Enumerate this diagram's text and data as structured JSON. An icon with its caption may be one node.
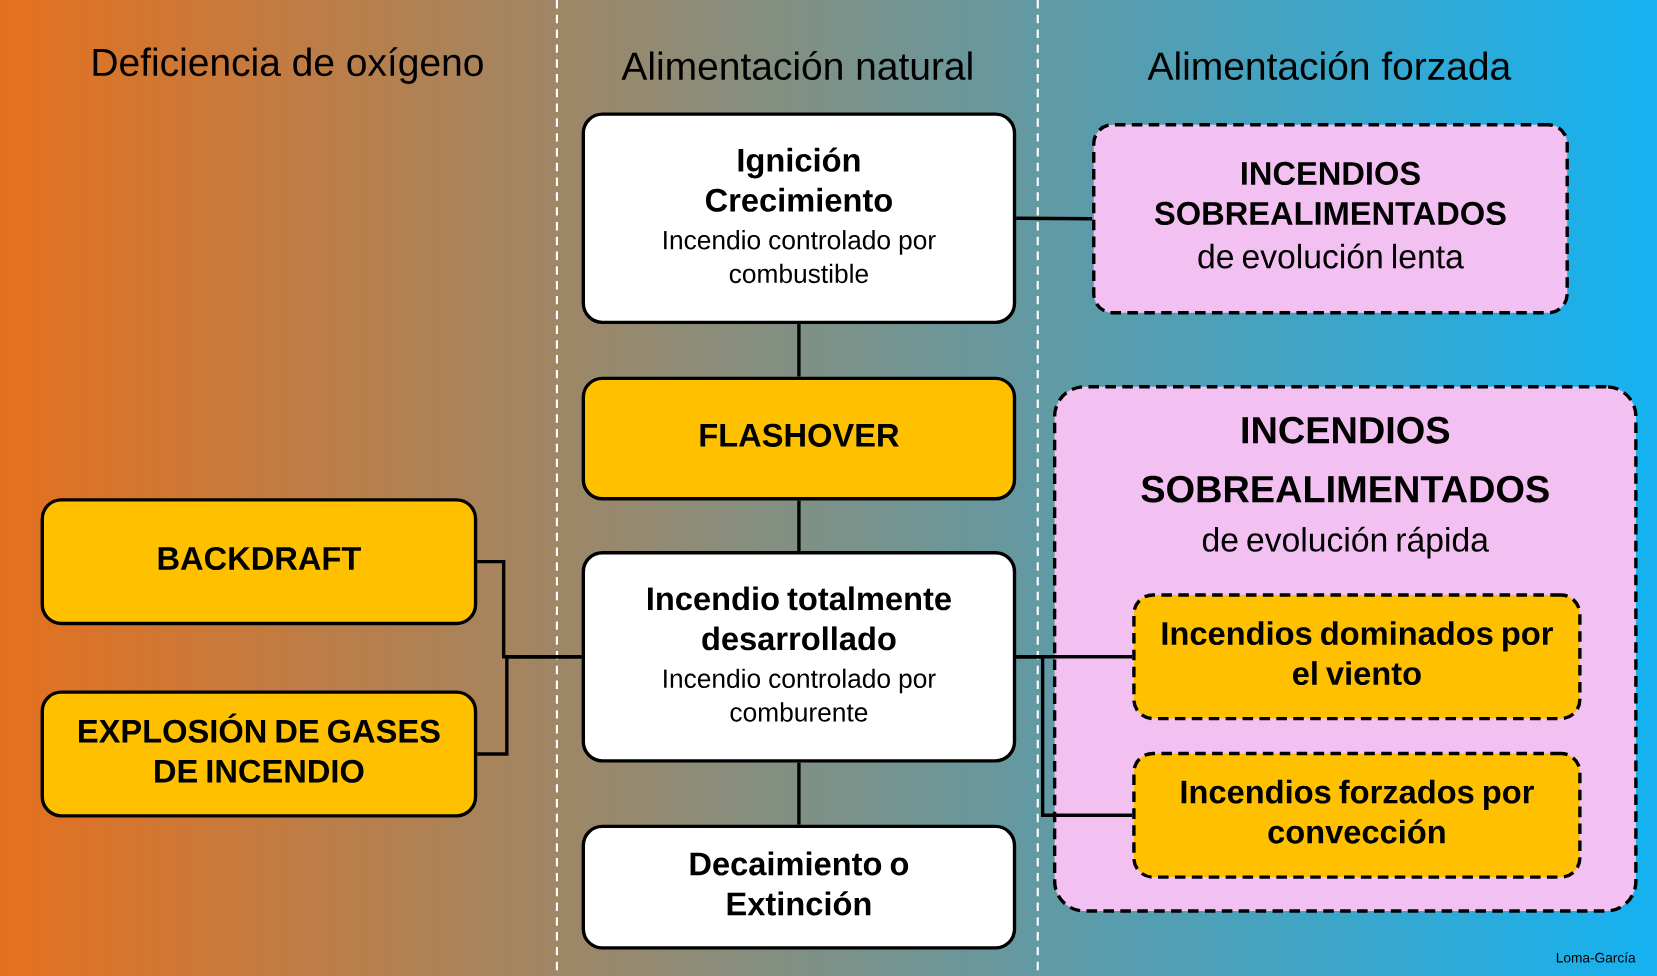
{
  "diagram": {
    "nodes": [
      {
        "text": [
          "Ignición Crecimiento",
          "Incendio controlado por combustible"
        ]
      },
      {
        "text": [
          "INCENDIOS SOBREALIMENTADOS",
          "de evolución lenta"
        ]
      },
      {
        "text": [
          "FLASHOVER"
        ]
      },
      {
        "text": [
          "BACKDRAFT"
        ]
      },
      {
        "text": [
          "Incendio totalmente desarrollado",
          "Incendio controlado por comburente"
        ]
      },
      {
        "text": [
          "INCENDIOS SOBREALIMENTADOS",
          "de evolución rápida"
        ]
      },
      {
        "text": [
          "EXPLOSIÓN DE GASES DE INCENDIO"
        ]
      },
      {
        "text": [
          "Incendios dominados por el viento"
        ],
        "in": 5
      },
      {
        "text": [
          "Incendios forzados por convección"
        ],
        "in": 5
      },
      {
        "text": [
          "Decaimiento o Extinción"
        ]
      }
    ],
    "edges": [
      {
        "from": 0,
        "to": 1,
        "arrow": "none"
      },
      {
        "from": 0,
        "to": 2,
        "arrow": "none"
      },
      {
        "from": 2,
        "to": 4,
        "arrow": "none"
      },
      {
        "from": 3,
        "to": 4,
        "arrow": "none"
      },
      {
        "from": 6,
        "to": 4,
        "arrow": "none"
      },
      {
        "from": 4,
        "to": 7,
        "arrow": "none"
      },
      {
        "from": 4,
        "to": 8,
        "arrow": "none"
      },
      {
        "from": 4,
        "to": 9,
        "arrow": "none"
      }
    ],
    "labels": [
      "Deficiencia de oxígeno",
      "Alimentación natural",
      "Alimentación forzada",
      "Loma-García"
    ]
  }
}
